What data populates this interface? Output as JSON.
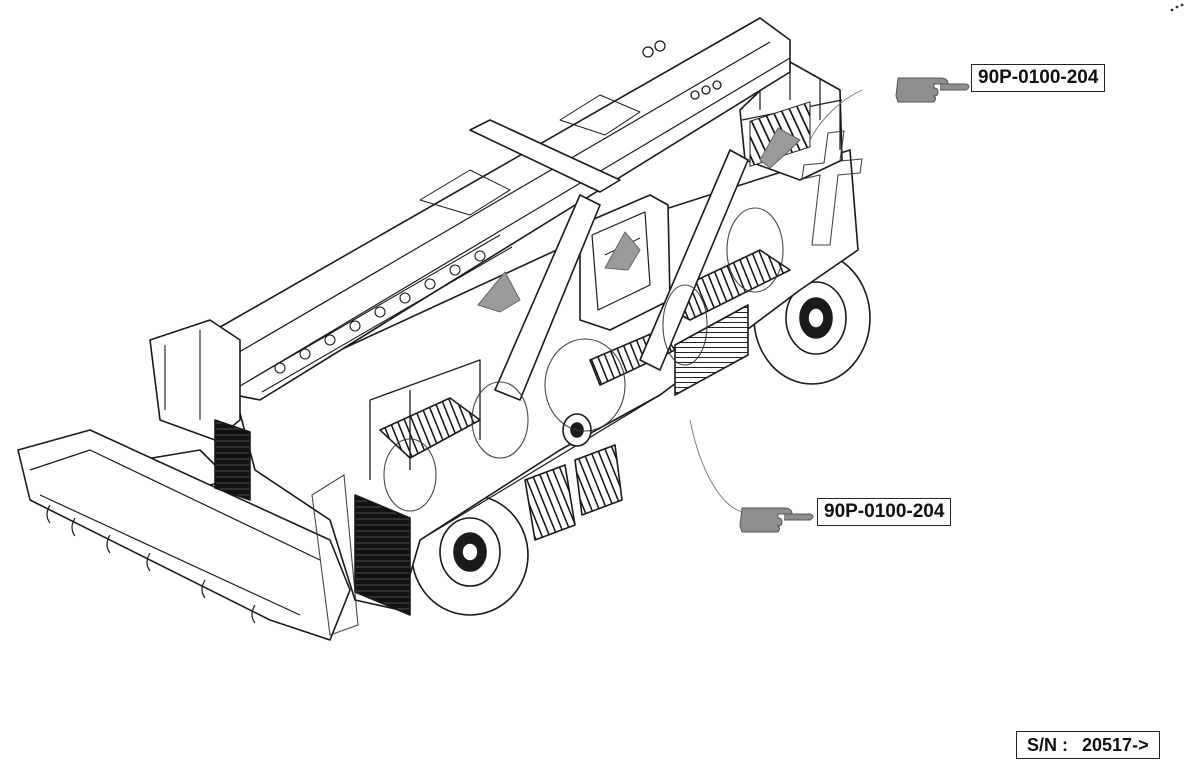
{
  "callouts": [
    {
      "label": "90P-0100-204"
    },
    {
      "label": "90P-0100-204"
    }
  ],
  "serial": {
    "prefix": "S/N :",
    "value": "20517->"
  },
  "icons": [
    "pointing-hand-icon",
    "pointing-hand-icon",
    "registration-mark-icon"
  ],
  "colors": {
    "line": "#1a1a1a",
    "hand": "#8f8f8f",
    "watermark": "#333333",
    "grille": "#111111"
  }
}
